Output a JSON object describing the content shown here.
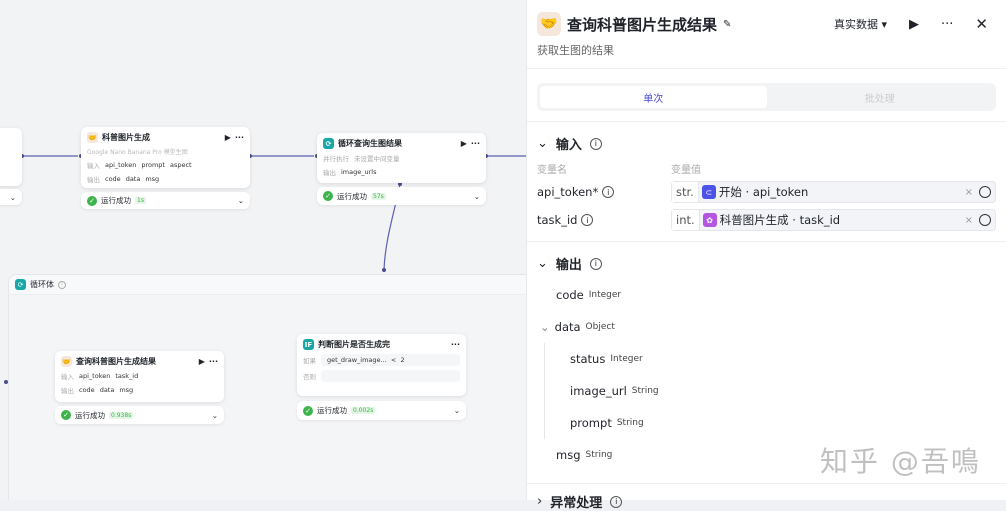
{
  "canvas": {
    "node1": {
      "title": "科普图片生成",
      "desc": "Google Nano Banana Pro 模型生图",
      "input_label": "输入",
      "inputs": [
        "api_token",
        "prompt",
        "aspect"
      ],
      "output_label": "输出",
      "outputs": [
        "code",
        "data",
        "msg"
      ],
      "status": "运行成功",
      "time": "1s"
    },
    "node2": {
      "title": "循环查询生图结果",
      "row1_label": "并行执行",
      "row1_value": "未设置中间变量",
      "output_label": "输出",
      "outputs": [
        "image_urls"
      ],
      "status": "运行成功",
      "time": "57s"
    },
    "loop": {
      "title": "循环体"
    },
    "node3": {
      "title": "查询科普图片生成结果",
      "input_label": "输入",
      "inputs": [
        "api_token",
        "task_id"
      ],
      "output_label": "输出",
      "outputs": [
        "code",
        "data",
        "msg"
      ],
      "status": "运行成功",
      "time": "0.938s"
    },
    "node4": {
      "title": "判断图片是否生成完",
      "if_label": "如果",
      "cond_var": "get_draw_image...",
      "cond_op": "<",
      "cond_val": "2",
      "else_label": "否则",
      "status": "运行成功",
      "time": "0.002s"
    }
  },
  "panel": {
    "title": "查询科普图片生成结果",
    "subtitle": "获取生图的结果",
    "data_mode": "真实数据",
    "tabs": [
      {
        "label": "单次",
        "active": true
      },
      {
        "label": "批处理",
        "active": false
      }
    ],
    "input_section": "输入",
    "col_name": "变量名",
    "col_value": "变量值",
    "inputs": [
      {
        "name": "api_token*",
        "type": "str.",
        "source": "开始",
        "var": "api_token",
        "color": "#4d53e8"
      },
      {
        "name": "task_id",
        "type": "int.",
        "source": "科普图片生成",
        "var": "task_id",
        "color": "#b455e0"
      }
    ],
    "output_section": "输出",
    "outputs": [
      {
        "name": "code",
        "type": "Integer"
      },
      {
        "name": "data",
        "type": "Object",
        "children": [
          {
            "name": "status",
            "type": "Integer"
          },
          {
            "name": "image_url",
            "type": "String"
          },
          {
            "name": "prompt",
            "type": "String"
          }
        ]
      },
      {
        "name": "msg",
        "type": "String"
      }
    ],
    "error_section": "异常处理"
  },
  "watermark": "知乎 @吾鳴"
}
